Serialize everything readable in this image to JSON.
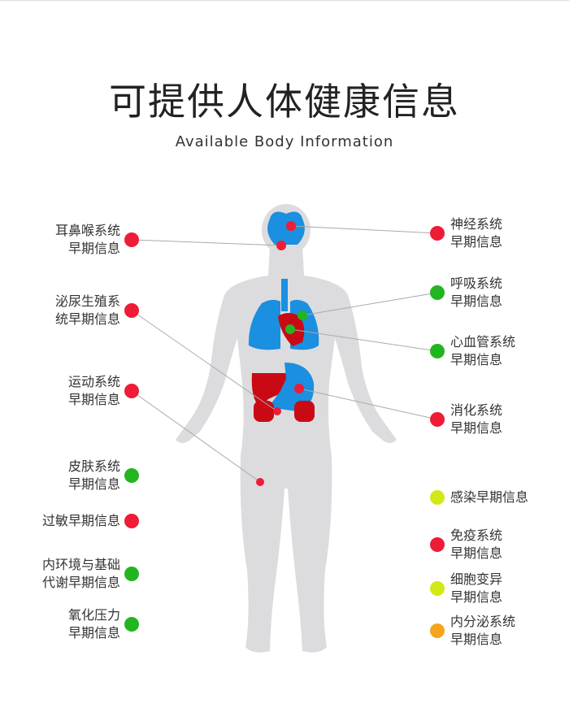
{
  "title": "可提供人体健康信息",
  "subtitle": "Available Body Information",
  "colors": {
    "red": "#ee1c36",
    "green": "#23b520",
    "yellow": "#d3e817",
    "orange": "#f5a51c",
    "organ_blue": "#1b8fe0",
    "organ_red": "#c90a14",
    "body": "#dcdcde"
  },
  "left_items": [
    {
      "line1": "耳鼻喉系统",
      "line2": "早期信息",
      "status": "red"
    },
    {
      "line1": "泌尿生殖系",
      "line2": "统早期信息",
      "status": "red"
    },
    {
      "line1": "运动系统",
      "line2": "早期信息",
      "status": "red"
    },
    {
      "line1": "皮肤系统",
      "line2": "早期信息",
      "status": "green"
    },
    {
      "line1": "过敏早期信息",
      "line2": "",
      "status": "red"
    },
    {
      "line1": "内环境与基础",
      "line2": "代谢早期信息",
      "status": "green"
    },
    {
      "line1": "氧化压力",
      "line2": "早期信息",
      "status": "green"
    }
  ],
  "right_items": [
    {
      "line1": "神经系统",
      "line2": "早期信息",
      "status": "red"
    },
    {
      "line1": "呼吸系统",
      "line2": "早期信息",
      "status": "green"
    },
    {
      "line1": "心血管系统",
      "line2": "早期信息",
      "status": "green"
    },
    {
      "line1": "消化系统",
      "line2": "早期信息",
      "status": "red"
    },
    {
      "line1": "感染早期信息",
      "line2": "",
      "status": "yellow"
    },
    {
      "line1": "免疫系统",
      "line2": "早期信息",
      "status": "red"
    },
    {
      "line1": "细胞变异",
      "line2": "早期信息",
      "status": "yellow"
    },
    {
      "line1": "内分泌系统",
      "line2": "早期信息",
      "status": "orange"
    }
  ]
}
